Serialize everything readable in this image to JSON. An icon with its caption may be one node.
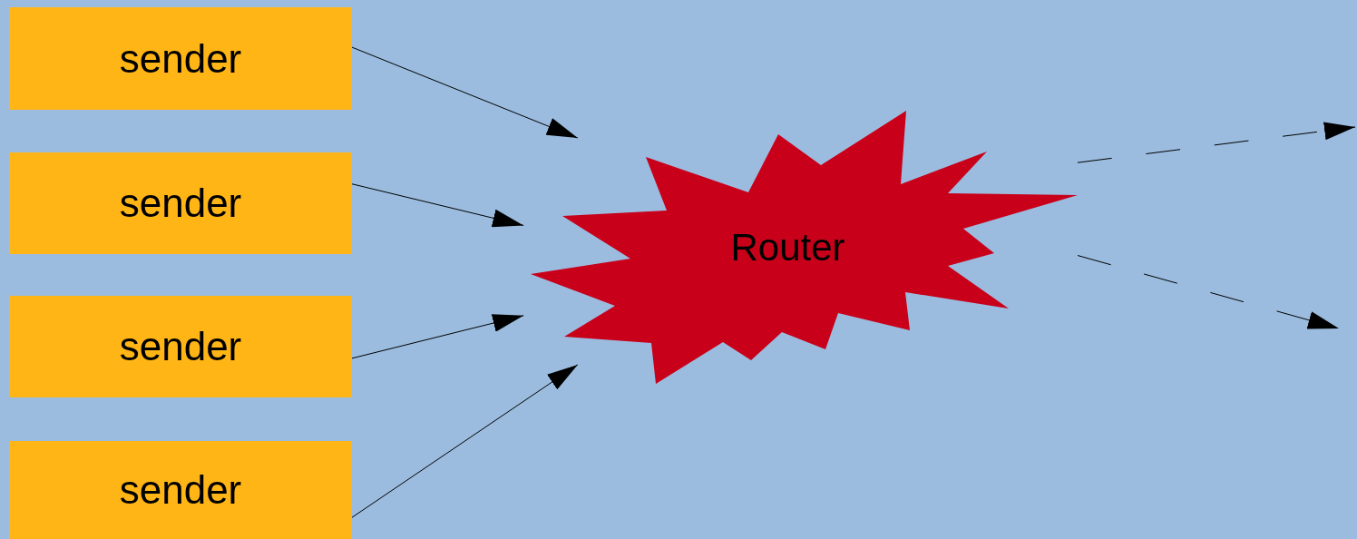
{
  "diagram": {
    "nodes": [
      {
        "text": [
          "sender"
        ]
      },
      {
        "text": [
          "sender"
        ]
      },
      {
        "text": [
          "sender"
        ]
      },
      {
        "text": [
          "sender"
        ]
      },
      {
        "text": [
          "Router"
        ]
      }
    ],
    "edges": [
      {
        "from": 0,
        "to": 4,
        "arrow": "to"
      },
      {
        "from": 1,
        "to": 4,
        "arrow": "to"
      },
      {
        "from": 2,
        "to": 4,
        "arrow": "to"
      },
      {
        "from": 3,
        "to": 4,
        "arrow": "to"
      },
      {
        "from": 4,
        "to": null,
        "arrow": "to",
        "style": "dashed"
      },
      {
        "from": 4,
        "to": null,
        "arrow": "to",
        "style": "dashed"
      }
    ]
  }
}
